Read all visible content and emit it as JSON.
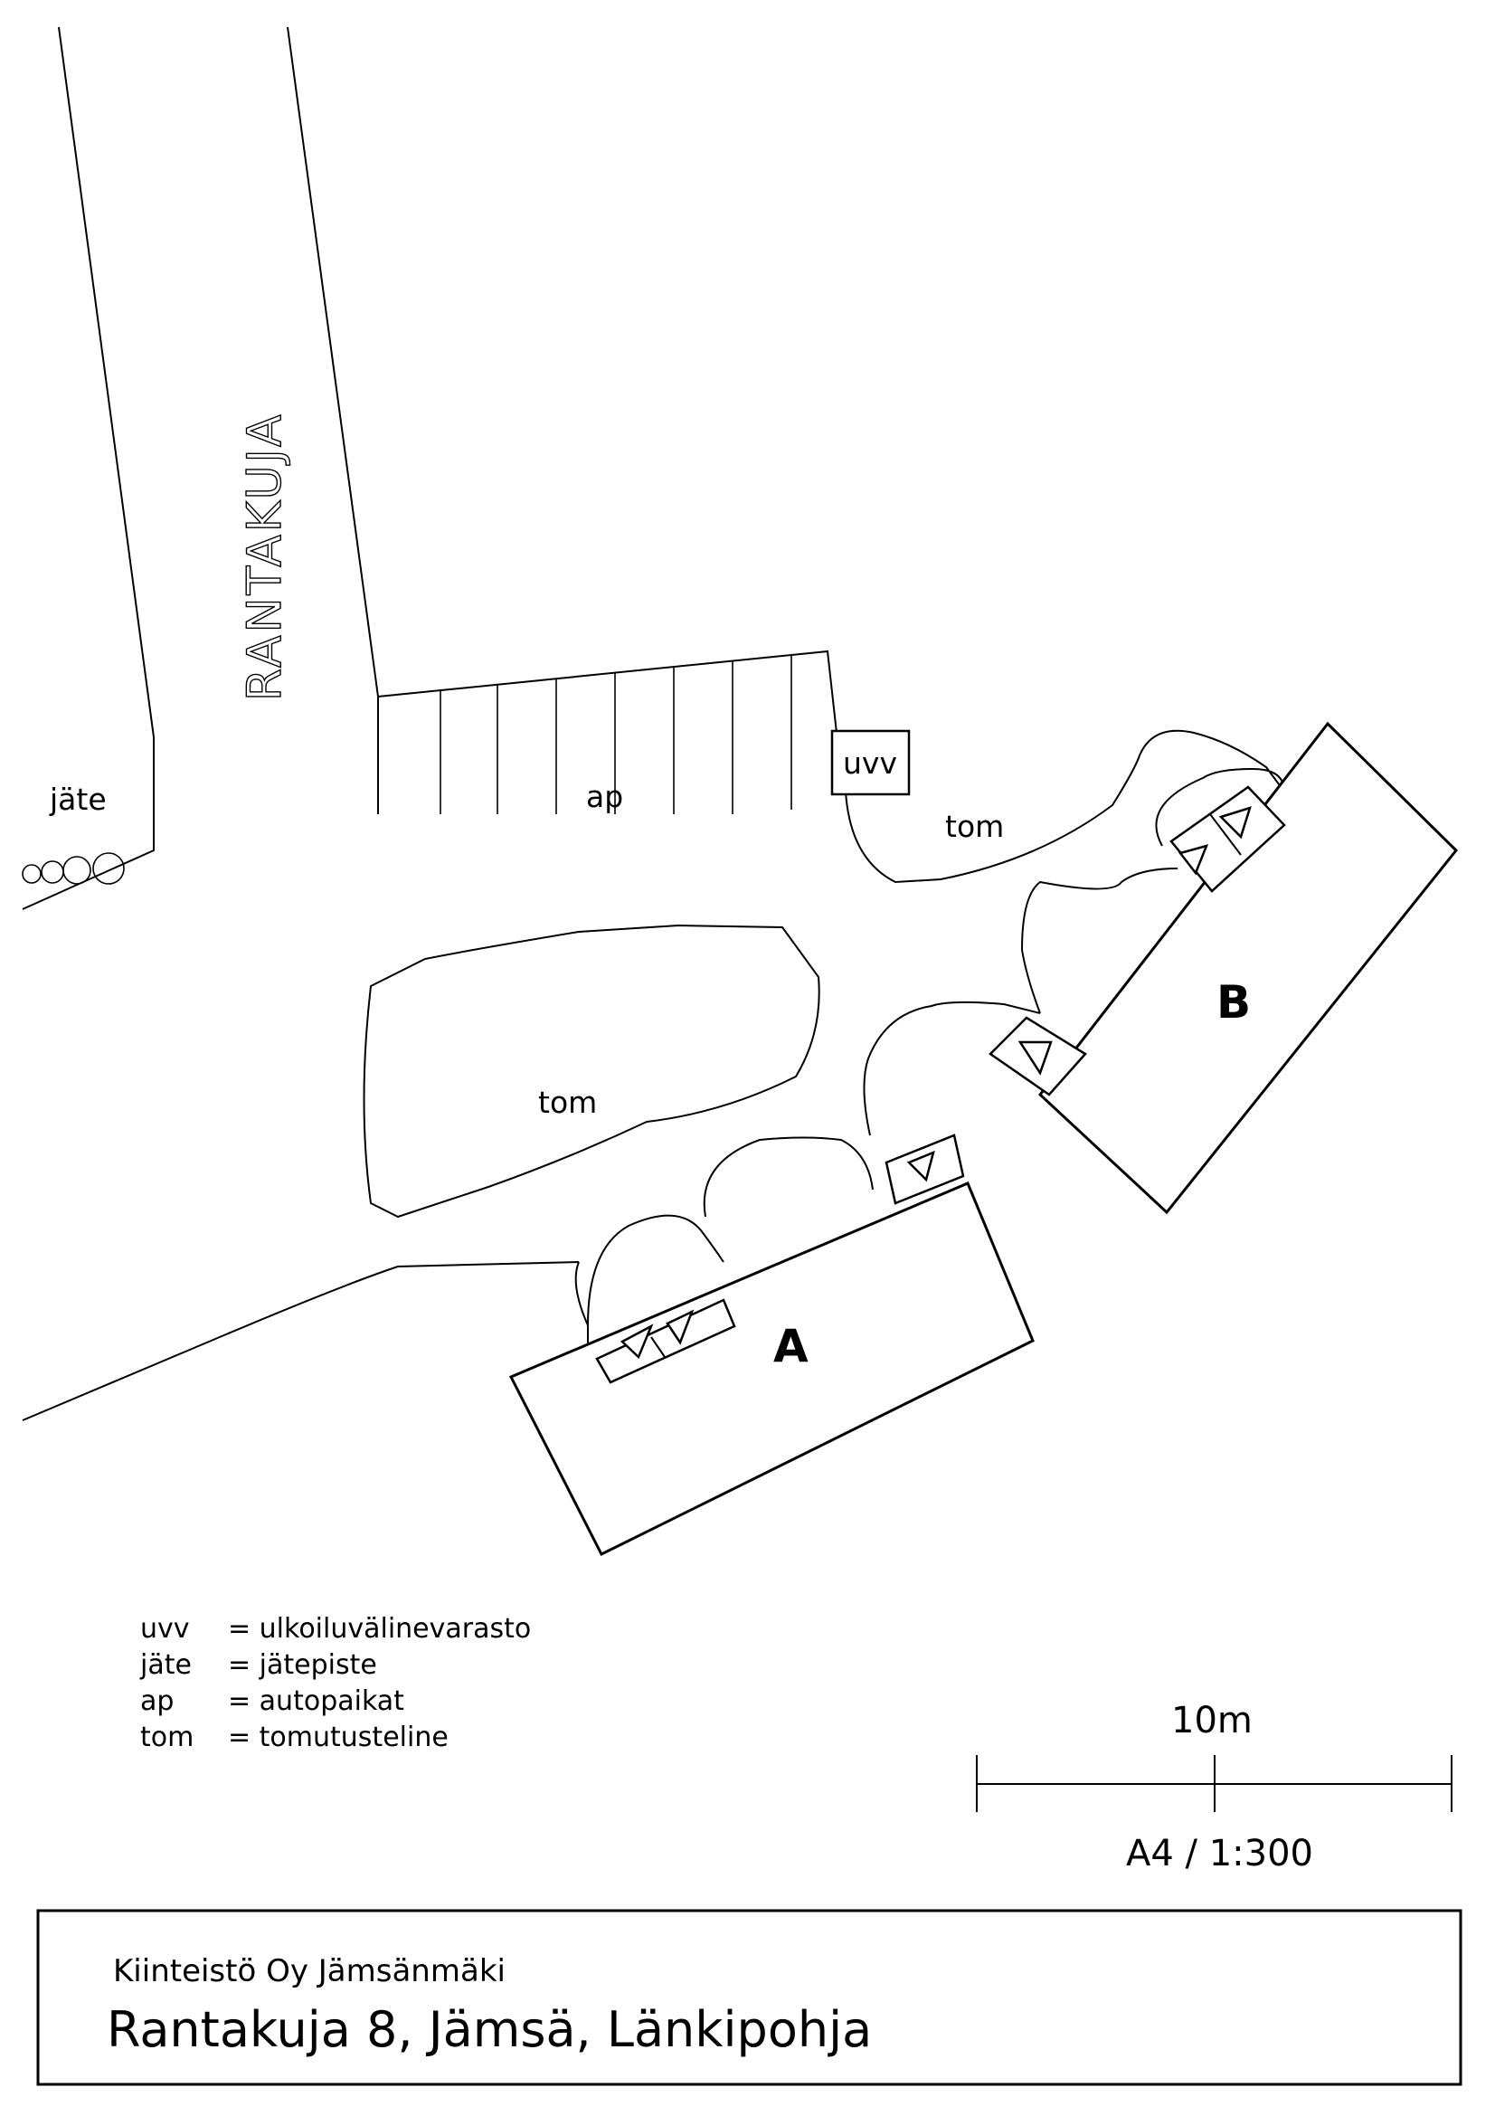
{
  "map": {
    "road_name": "RANTAKUJA",
    "labels": {
      "jate": "jäte",
      "ap": "ap",
      "uvv": "uvv",
      "tom_1": "tom",
      "tom_2": "tom",
      "building_a": "A",
      "building_b": "B"
    }
  },
  "legend": {
    "items": [
      {
        "abbr": "uvv",
        "desc": "= ulkoiluvälinevarasto"
      },
      {
        "abbr": "jäte",
        "desc": "= jätepiste"
      },
      {
        "abbr": "ap",
        "desc": "= autopaikat"
      },
      {
        "abbr": "tom",
        "desc": "= tomutusteline"
      }
    ]
  },
  "scale": {
    "bar_label": "10m",
    "ratio": "A4 / 1:300"
  },
  "title_block": {
    "company": "Kiinteistö Oy Jämsänmäki",
    "address": "Rantakuja 8, Jämsä, Länkipohja"
  }
}
